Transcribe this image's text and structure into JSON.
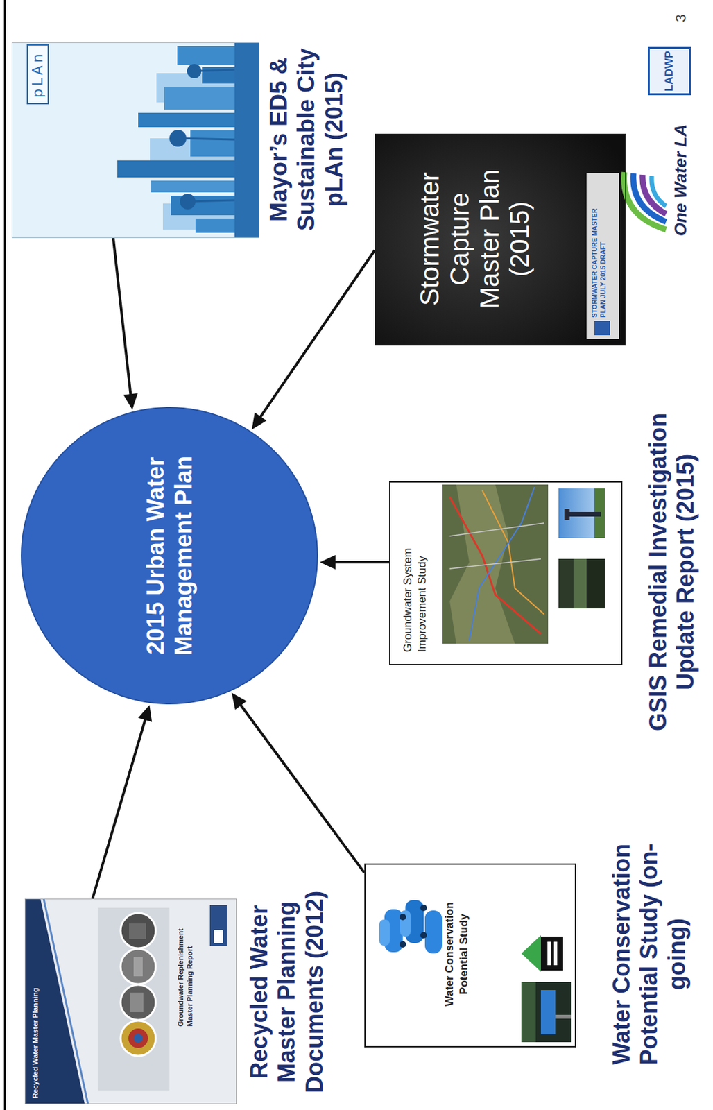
{
  "diagram": {
    "nodes": [
      {
        "text": [
          "pLAn",
          "Mayor’s ED5 & Sustainable City pLAn (2015)"
        ]
      },
      {
        "text": [
          "Stormwater Capture Master Plan (2015)",
          "STORMWATER CAPTURE MASTER PLAN JULY 2015 DRAFT"
        ]
      },
      {
        "text": [
          "2015 Urban Water Management Plan"
        ]
      },
      {
        "text": [
          "Groundwater System Improvement Study",
          "GSIS Remedial Investigation Update Report (2015)"
        ]
      },
      {
        "text": [
          "Water Conservation Potential Study",
          "Water Conservation Potential Study (on-going)"
        ]
      },
      {
        "text": [
          "Recycled Water Master Planning",
          "Groundwater Replenishment Master Planning Report",
          "Recycled Water Master Planning Documents (2012)"
        ]
      }
    ],
    "edges": [
      {
        "from": 0,
        "to": 2,
        "arrow": "to"
      },
      {
        "from": 1,
        "to": 2,
        "arrow": "to"
      },
      {
        "from": 3,
        "to": 2,
        "arrow": "to"
      },
      {
        "from": 4,
        "to": 2,
        "arrow": "to"
      },
      {
        "from": 5,
        "to": 2,
        "arrow": "to"
      }
    ],
    "labels": [
      "One Water LA",
      "LADWP",
      "3"
    ]
  }
}
